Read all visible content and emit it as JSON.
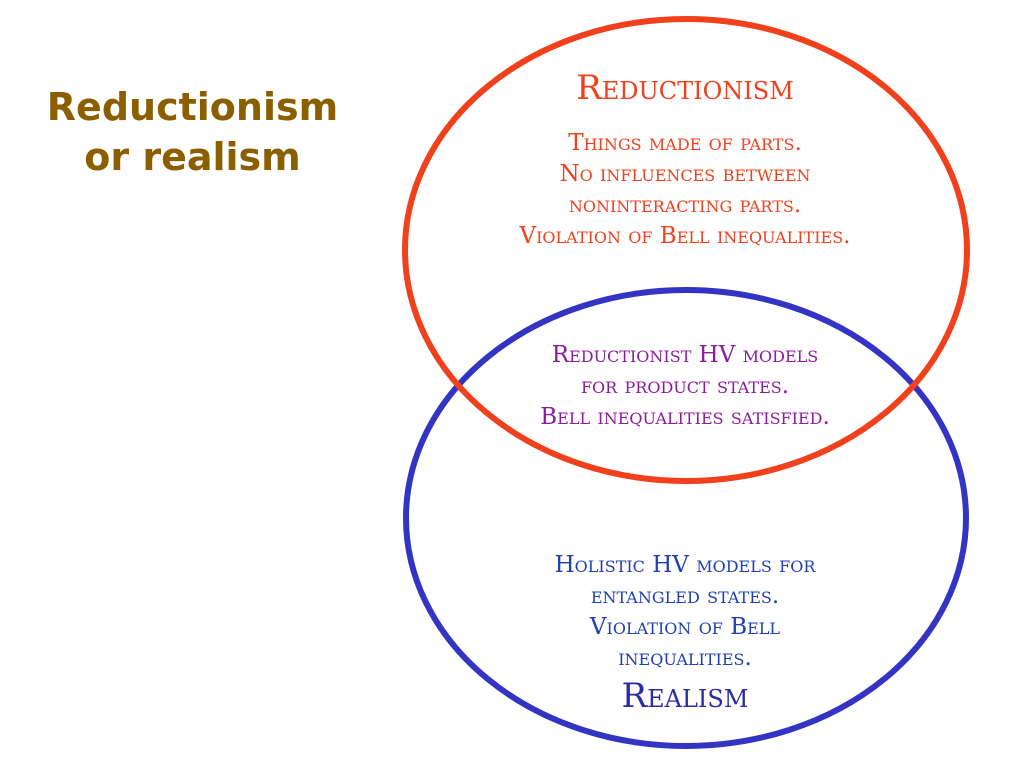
{
  "title": {
    "lines": [
      "Reductionism",
      "or realism"
    ]
  },
  "colors": {
    "title": "#8B5E00",
    "reductionism": "#F0401C",
    "realism": "#3434C4",
    "overlap_text": "#8E1A9E",
    "realism_text": "#1F3FB4",
    "realism_heading": "#2B2BA8"
  },
  "reductionism": {
    "heading": "Reductionism",
    "lines": [
      "Things made of parts.",
      "No influences between",
      "noninteracting parts.",
      "Violation of Bell inequalities."
    ]
  },
  "overlap": {
    "lines": [
      "Reductionist HV models",
      "for product states.",
      "Bell inequalities satisfied."
    ]
  },
  "realism": {
    "lines": [
      "Holistic HV models for",
      "entangled states.",
      "Violation of Bell",
      "inequalities."
    ],
    "heading": "Realism"
  }
}
